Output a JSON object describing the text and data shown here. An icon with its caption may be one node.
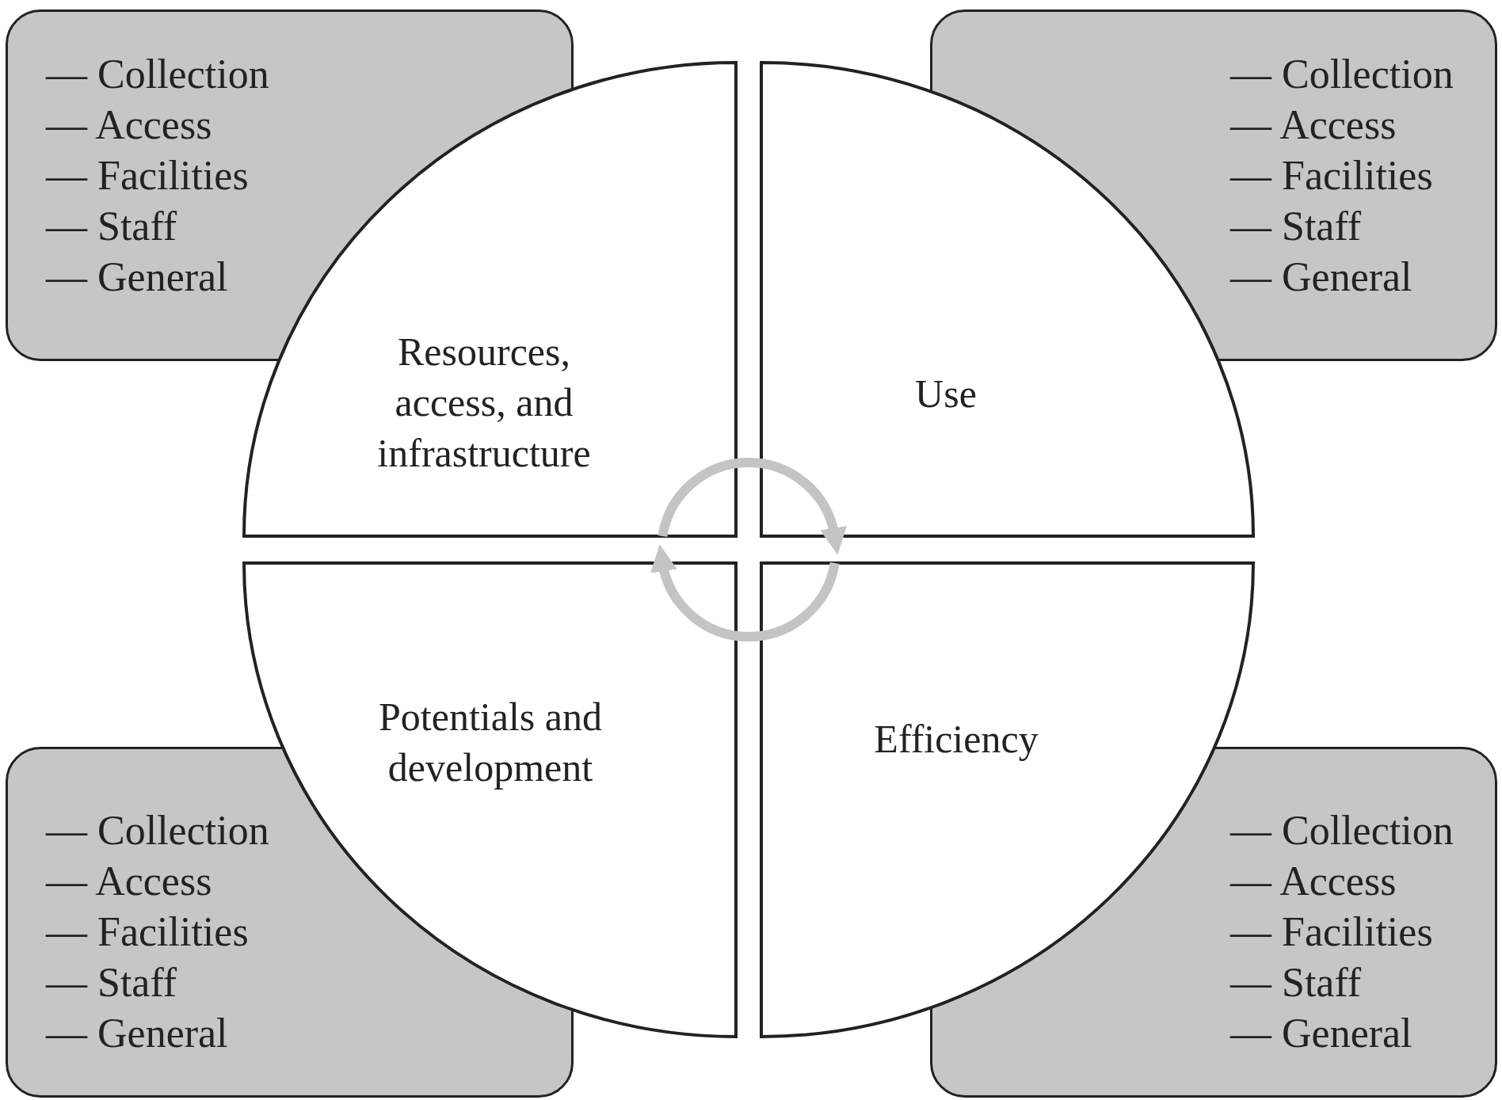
{
  "diagram": {
    "nodes": [
      {
        "text": [
          "— Collection",
          "— Access",
          "— Facilities",
          "— Staff",
          "— General"
        ]
      },
      {
        "text": [
          "— Collection",
          "— Access",
          "— Facilities",
          "— Staff",
          "— General"
        ]
      },
      {
        "text": [
          "Resources, access, and infrastructure"
        ]
      },
      {
        "text": [
          "Use"
        ]
      },
      {
        "text": [
          "Potentials and development"
        ]
      },
      {
        "text": [
          "Efficiency"
        ]
      },
      {
        "text": [
          "— Collection",
          "— Access",
          "— Facilities",
          "— Staff",
          "— General"
        ]
      },
      {
        "text": [
          "— Collection",
          "— Access",
          "— Facilities",
          "— Staff",
          "— General"
        ]
      }
    ],
    "edges": [
      {
        "from": 2,
        "to": 3,
        "arrow": "to"
      },
      {
        "from": 5,
        "to": 4,
        "arrow": "to"
      }
    ]
  }
}
